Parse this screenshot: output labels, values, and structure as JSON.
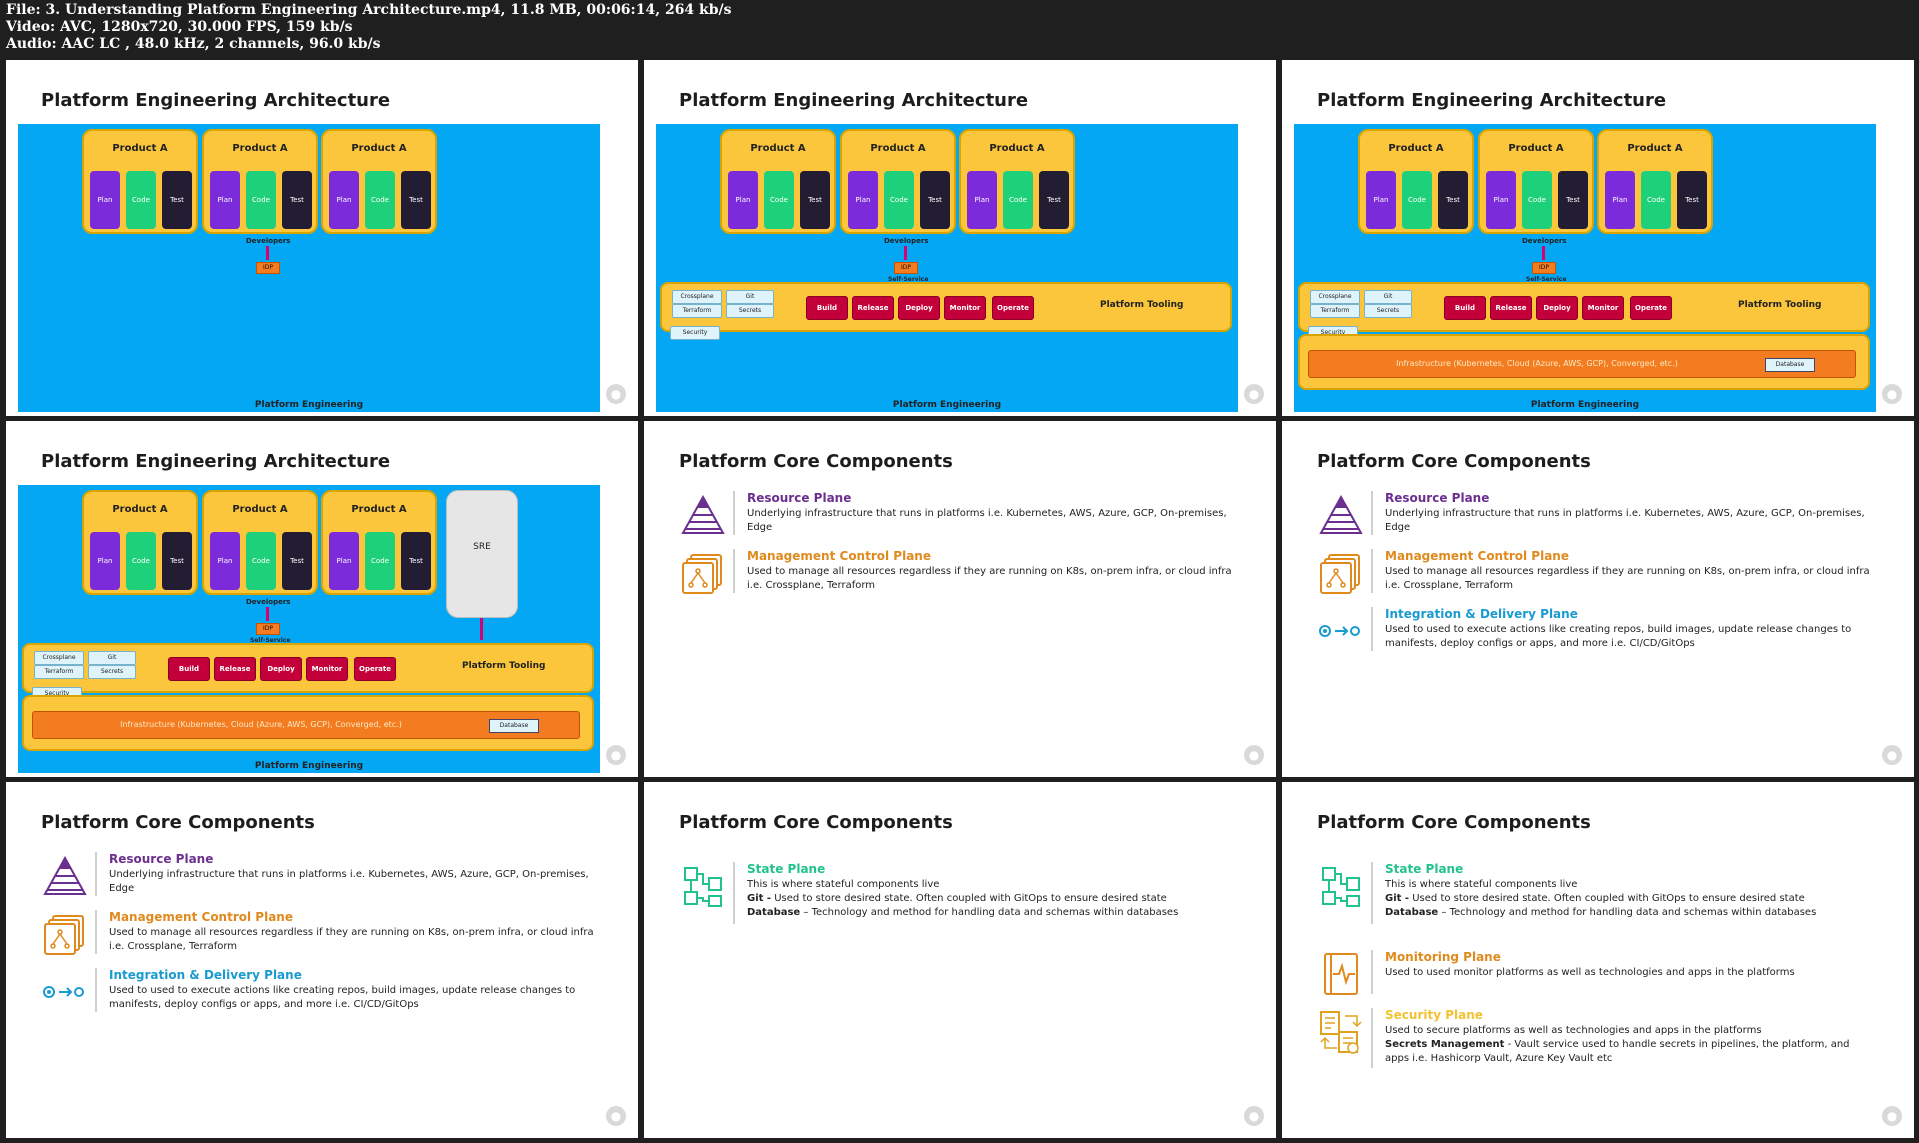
{
  "meta": {
    "file": "File: 3. Understanding Platform Engineering Architecture.mp4, 11.8 MB, 00:06:14, 264 kb/s",
    "video": "Video: AVC, 1280x720, 30.000 FPS, 159 kb/s",
    "audio": "Audio: AAC LC , 48.0 kHz, 2 channels, 96.0 kb/s"
  },
  "arch": {
    "title": "Platform Engineering Architecture",
    "product": "Product A",
    "plan": "Plan",
    "code": "Code",
    "test": "Test",
    "developers": "Developers",
    "idp": "IDP",
    "self_service": "Self-Service",
    "crossplane": "Crossplane",
    "git": "Git",
    "terraform": "Terraform",
    "secrets": "Secrets",
    "security": "Security",
    "build": "Build",
    "release": "Release",
    "deploy": "Deploy",
    "monitor": "Monitor",
    "operate": "Operate",
    "platform_tooling": "Platform Tooling",
    "infra": "Infrastructure (Kubernetes, Cloud (Azure, AWS, GCP), Converged, etc.)",
    "database": "Database",
    "sre": "SRE",
    "footer": "Platform Engineering"
  },
  "core": {
    "title": "Platform Core Components",
    "resource": {
      "name": "Resource Plane",
      "desc": "Underlying infrastructure that runs in platforms i.e. Kubernetes, AWS, Azure, GCP, On-premises, Edge",
      "color": "#6b2f8f"
    },
    "management": {
      "name": "Management Control Plane",
      "desc": "Used to manage all resources regardless if they are running on K8s, on-prem infra, or cloud infra i.e. Crossplane, Terraform",
      "color": "#e08a1e"
    },
    "integration": {
      "name": "Integration & Delivery Plane",
      "desc": "Used to used to execute actions like creating repos, build images, update release changes to manifests, deploy configs or apps, and more i.e. CI/CD/GitOps",
      "color": "#1a9bd0"
    },
    "state": {
      "name": "State Plane",
      "line1": "This is where stateful components live",
      "git_label": "Git -",
      "git_text": " Used to store desired state. Often coupled with GitOps to ensure desired state",
      "db_label": "Database",
      "db_text": " – Technology and method for handling data and schemas within databases",
      "color": "#21c38a"
    },
    "monitoring": {
      "name": "Monitoring Plane",
      "desc": "Used to used monitor platforms as well as technologies and apps in the platforms",
      "color": "#e08a1e"
    },
    "security": {
      "name": "Security Plane",
      "line1": "Used to secure platforms as well as technologies and apps in the platforms",
      "sm_label": "Secrets Management",
      "sm_text": " - Vault service used to handle secrets in pipelines, the platform, and apps i.e. Hashicorp Vault, Azure Key Vault etc",
      "color": "#f2c232"
    }
  }
}
